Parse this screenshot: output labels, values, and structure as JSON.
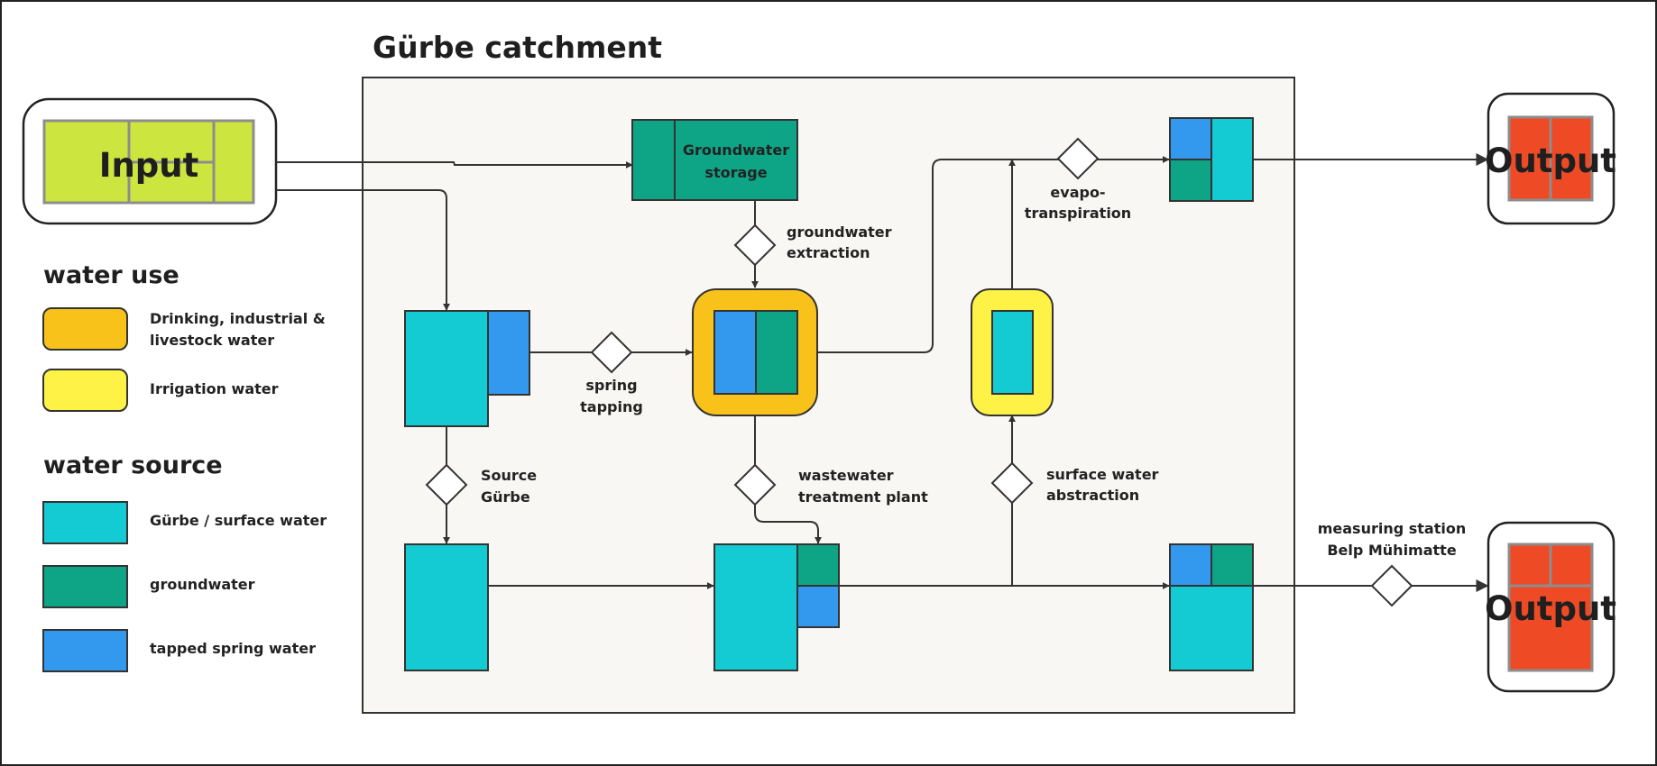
{
  "colors": {
    "input": "#cde53f",
    "output": "#ef4a26",
    "drinking": "#f8c21a",
    "irrigation": "#fff246",
    "surface": "#14cbd3",
    "groundwater": "#0ea486",
    "spring": "#3399ee",
    "catchment_bg": "#f9f7f3"
  },
  "catchment": {
    "title": "Gürbe catchment"
  },
  "input": {
    "label": "Input"
  },
  "outputs": [
    {
      "label": "Output"
    },
    {
      "label": "Output"
    }
  ],
  "legend": {
    "use_title": "water use",
    "use_items": [
      {
        "line1": "Drinking, industrial &",
        "line2": "livestock water",
        "color": "#f8c21a"
      },
      {
        "line1": "Irrigation water",
        "line2": "",
        "color": "#fff246"
      }
    ],
    "source_title": "water source",
    "source_items": [
      {
        "label": "Gürbe / surface water",
        "color": "#14cbd3"
      },
      {
        "label": "groundwater",
        "color": "#0ea486"
      },
      {
        "label": "tapped spring water",
        "color": "#3399ee"
      }
    ]
  },
  "nodes": {
    "groundwater_storage": {
      "line1": "Groundwater",
      "line2": "storage"
    }
  },
  "processes": {
    "groundwater_extraction": {
      "line1": "groundwater",
      "line2": "extraction"
    },
    "spring_tapping": {
      "line1": "spring",
      "line2": "tapping"
    },
    "source_gurbe": {
      "line1": "Source",
      "line2": "Gürbe"
    },
    "wastewater": {
      "line1": "wastewater",
      "line2": "treatment plant"
    },
    "surface_abstraction": {
      "line1": "surface water",
      "line2": "abstraction"
    },
    "evapotranspiration": {
      "line1": "evapo-",
      "line2": "transpiration"
    },
    "measuring_station": {
      "line1": "measuring station",
      "line2": "Belp Mühimatte"
    }
  }
}
